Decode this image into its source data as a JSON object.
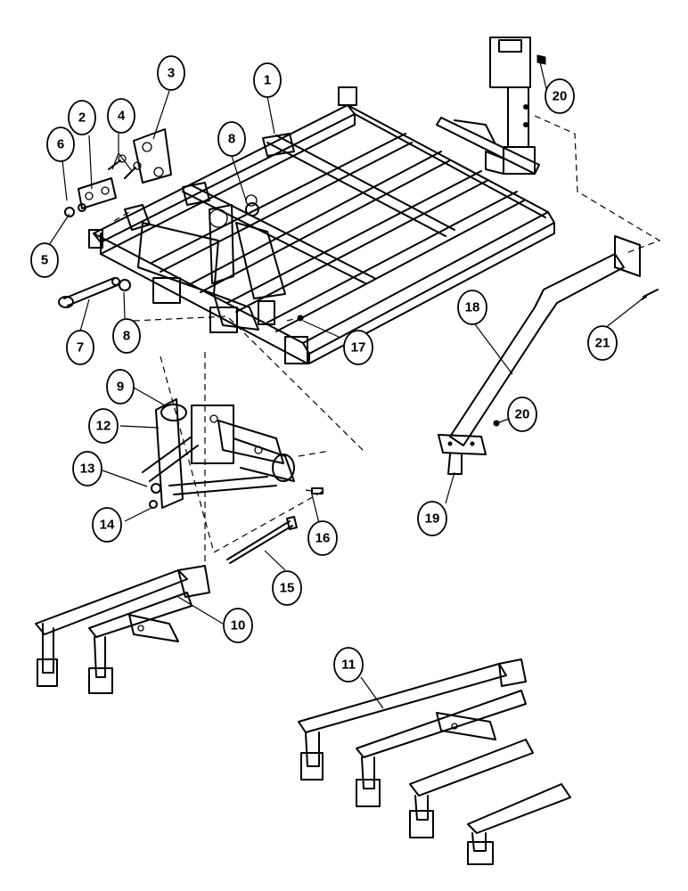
{
  "callouts": [
    {
      "id": "c1",
      "label": "1"
    },
    {
      "id": "c2",
      "label": "2"
    },
    {
      "id": "c3",
      "label": "3"
    },
    {
      "id": "c4",
      "label": "4"
    },
    {
      "id": "c5",
      "label": "5"
    },
    {
      "id": "c6",
      "label": "6"
    },
    {
      "id": "c7",
      "label": "7"
    },
    {
      "id": "c8a",
      "label": "8"
    },
    {
      "id": "c8b",
      "label": "8"
    },
    {
      "id": "c9",
      "label": "9"
    },
    {
      "id": "c10",
      "label": "10"
    },
    {
      "id": "c11",
      "label": "11"
    },
    {
      "id": "c12",
      "label": "12"
    },
    {
      "id": "c13",
      "label": "13"
    },
    {
      "id": "c14",
      "label": "14"
    },
    {
      "id": "c15",
      "label": "15"
    },
    {
      "id": "c16",
      "label": "16"
    },
    {
      "id": "c17",
      "label": "17"
    },
    {
      "id": "c18",
      "label": "18"
    },
    {
      "id": "c19",
      "label": "19"
    },
    {
      "id": "c20a",
      "label": "20"
    },
    {
      "id": "c20b",
      "label": "20"
    },
    {
      "id": "c21",
      "label": "21"
    }
  ]
}
